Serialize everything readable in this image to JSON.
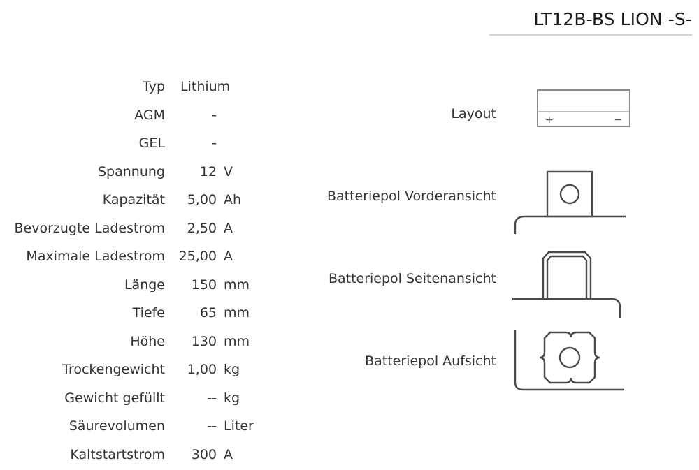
{
  "header": {
    "title": "LT12B-BS LION -S-"
  },
  "spec_table": {
    "rows": [
      {
        "label": "Typ",
        "value": "Lithium",
        "unit": "",
        "wide": true
      },
      {
        "label": "AGM",
        "value": "-",
        "unit": "",
        "wide": false
      },
      {
        "label": "GEL",
        "value": "-",
        "unit": "",
        "wide": false
      },
      {
        "label": "Spannung",
        "value": "12",
        "unit": "V",
        "wide": false
      },
      {
        "label": "Kapazität",
        "value": "5,00",
        "unit": "Ah",
        "wide": false
      },
      {
        "label": "Bevorzugte Ladestrom",
        "value": "2,50",
        "unit": "A",
        "wide": false
      },
      {
        "label": "Maximale Ladestrom",
        "value": "25,00",
        "unit": "A",
        "wide": false
      },
      {
        "label": "Länge",
        "value": "150",
        "unit": "mm",
        "wide": false
      },
      {
        "label": "Tiefe",
        "value": "65",
        "unit": "mm",
        "wide": false
      },
      {
        "label": "Höhe",
        "value": "130",
        "unit": "mm",
        "wide": false
      },
      {
        "label": "Trockengewicht",
        "value": "1,00",
        "unit": "kg",
        "wide": false
      },
      {
        "label": "Gewicht gefüllt",
        "value": "--",
        "unit": "kg",
        "wide": false
      },
      {
        "label": "Säurevolumen",
        "value": "--",
        "unit": "Liter",
        "wide": false
      },
      {
        "label": "Kaltstartstrom",
        "value": "300",
        "unit": "A",
        "wide": false
      }
    ]
  },
  "diagrams": {
    "layout": {
      "label": "Layout",
      "positive_sign": "+",
      "negative_sign": "−"
    },
    "front_view": {
      "label": "Batteriepol Vorderansicht"
    },
    "side_view": {
      "label": "Batteriepol Seitenansicht"
    },
    "top_view": {
      "label": "Batteriepol Aufsicht"
    }
  },
  "colors": {
    "text": "#333333",
    "title": "#1a1a1a",
    "rule": "#d4d4d4",
    "diagram_stroke": "#4a4a4a",
    "box_stroke": "#8a8a8a",
    "background": "#ffffff"
  }
}
